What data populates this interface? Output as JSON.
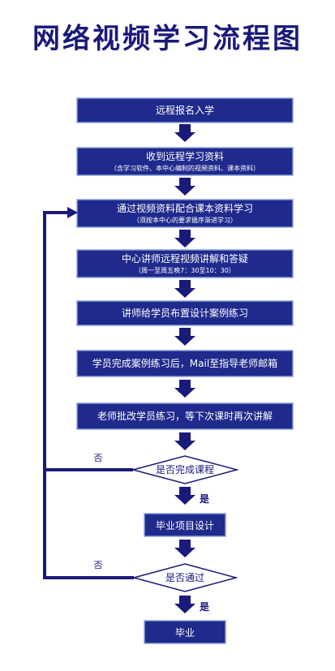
{
  "title": "网络视频学习流程图",
  "colors": {
    "primary": "#1a1a7a",
    "box_fill": "#1f2a8c",
    "box_border": "#8aa0d8",
    "diamond_fill": "#ffffff"
  },
  "steps": [
    {
      "main": "远程报名入学"
    },
    {
      "main": "收到远程学习资料",
      "sub": "（含学习软件、本中心编制的视频资料、课本资料）"
    },
    {
      "main": "通过视频资料配合课本资料学习",
      "sub": "（须按本中心的要求循序渐进学习）"
    },
    {
      "main": "中心讲师远程视频讲解和答疑",
      "sub": "（周一至周五晚7：30至10：30）"
    },
    {
      "main": "讲师给学员布置设计案例练习"
    },
    {
      "main": "学员完成案例练习后，Mail至指导老师邮箱"
    },
    {
      "main": "老师批改学员练习，等下次课时再次讲解"
    }
  ],
  "decisions": [
    {
      "question": "是否完成课程",
      "no_label": "否",
      "yes_label": "是"
    },
    {
      "question": "是否通过",
      "no_label": "否",
      "yes_label": "是"
    }
  ],
  "after_decision_1": "毕业项目设计",
  "final": "毕业"
}
